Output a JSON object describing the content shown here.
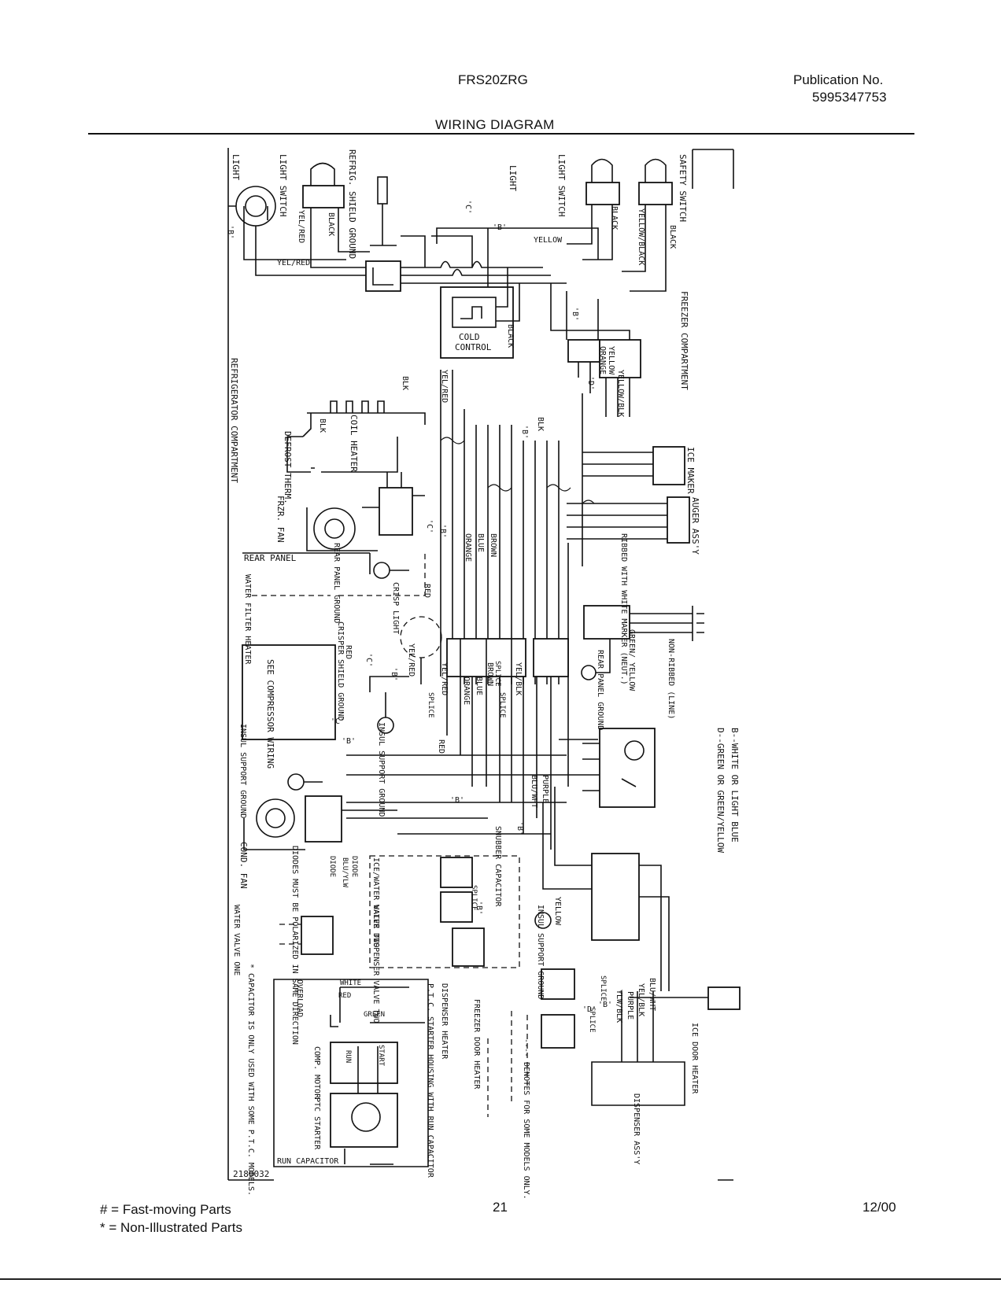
{
  "header": {
    "model": "FRS20ZRG",
    "publication_label": "Publication No.",
    "publication_number": "5995347753",
    "title": "WIRING DIAGRAM"
  },
  "footer": {
    "legend_fast": "# = Fast-moving Parts",
    "legend_nonillustrated": "* = Non-Illustrated Parts",
    "page_number": "21",
    "date": "12/00"
  },
  "diagram": {
    "drawing_number": "2189032",
    "labels": {
      "light_left": "LIGHT",
      "light_switch_left": "LIGHT SWITCH",
      "refrig_shield_ground": "REFRIG. SHIELD GROUND",
      "light_center": "LIGHT",
      "light_switch_right": "LIGHT SWITCH",
      "safety_switch": "SAFETY SWITCH",
      "cold_control": "COLD CONTROL",
      "freezer_compartment": "FREEZER COMPARTMENT",
      "refrigerator_compartment": "REFRIGERATOR COMPARTMENT",
      "coil_heater": "COIL HEATER",
      "defrost_therm": "DEFROST THERM.",
      "frzr_fan": "FRZR. FAN",
      "ice_maker": "ICE MAKER",
      "auger_assy": "AUGER ASS'Y",
      "rear_panel": "REAR PANEL",
      "rear_panel_ground_left": "REAR PANEL GROUND",
      "water_filter_heater": "WATER FILTER HEATER",
      "crisp_light": "CRISP LIGHT",
      "crisper_shield_ground": "CRISPER SHIELD GROUND",
      "see_compressor_wiring": "SEE COMPRESSOR WIRING",
      "insul_support_ground_left": "INSUL SUPPORT GROUND",
      "insul_support_ground_mid": "INSUL SUPPORT GROUND",
      "insul_support_ground_right": "INSUL SUPPORT GROUND",
      "ribbed_with_marker": "RIBBED WITH WHITE MARKER (NEUT.)",
      "non_ribbed_line": "NON-RIBBED (LINE)",
      "green_yellow": "GREEN/ YELLOW",
      "rear_panel_ground_right": "REAR PANEL GROUND",
      "cond_fan": "COND. FAN",
      "diodes_note": "DIODES MUST BE POLARIZED IN SAME DIRECTION",
      "diode_1": "DIODE",
      "diode_2": "DIODE",
      "water_valve_one": "WATER VALVE ONE",
      "ice_water_valve_two": "ICE/WATER VALVE TWO",
      "water_dispenser_valve_two": "WATER DISPENSER VALVE TWO",
      "snubber_capacitor": "SNUBBER CAPACITOR",
      "ptc_starter_housing": "P.T.C. STARTER HOUSING WITH RUN CAPACITOR",
      "dispenser_heater": "DISPENSER HEATER",
      "freezer_door_heater": "FREEZER DOOR HEATER",
      "denotes_some_models": "---- DENOTES FOR SOME MODELS ONLY.",
      "ice_door_heater": "ICE DOOR HEATER",
      "dispenser_assy": "DISPENSER ASS'Y",
      "b_legend": "B--WHITE OR LIGHT BLUE",
      "d_legend": "D--GREEN OR GREEN/YELLOW",
      "capacitor_note": "* CAPACITOR IS ONLY USED WITH SOME P.T.C. MODELS.",
      "overload": "OVERLOAD",
      "comp_motor": "COMP. MOTOR",
      "ptc_starter": "PTC STARTER",
      "run_capacitor": "RUN CAPACITOR",
      "start": "START",
      "run": "RUN",
      "red_small": "RED",
      "white_small": "WHITE",
      "green_small": "GREEN",
      "splice_1": "SPLICE",
      "splice_2": "SPLICE",
      "splice_3": "SPLICE",
      "splice_4": "SPLICE",
      "splice_5": "SPLICE",
      "splice_6": "SPLICE"
    },
    "wire_labels": {
      "yel_red_1": "YEL/RED",
      "yel_red_2": "YEL/RED",
      "yel_red_3": "YEL/RED",
      "yel_red_4": "YEL/RED",
      "yel_red_5": "YEL/RED",
      "black_1": "BLACK",
      "black_2": "BLACK",
      "black_3": "BLACK",
      "black_4": "BLACK",
      "yellow_1": "YELLOW",
      "yellow_2": "YELLOW",
      "yellow_black": "YELLOW/BLACK",
      "yellow_blk_2": "YELLOW/BLK",
      "orange_1": "ORANGE",
      "orange_2": "ORANGE",
      "orange_3": "ORANGE",
      "blk_1": "BLK",
      "blk_2": "BLK",
      "blk_3": "BLK",
      "blue_1": "BLUE",
      "blue_2": "BLUE",
      "brown_1": "BROWN",
      "brown_2": "BROWN",
      "red_1": "RED",
      "red_2": "RED",
      "red_3": "RED",
      "yel_blk_1": "YEL/BLK",
      "yel_blk_2": "YEL/BLK",
      "blu_wht_1": "BLU/WHT",
      "blu_wht_2": "BLU/WHT",
      "blu_ylw": "BLU/YLW",
      "purple_1": "PURPLE",
      "purple_2": "PURPLE",
      "ylw_blk": "YLW/BLK",
      "yellow_3": "YELLOW"
    },
    "markers": {
      "b": "'B'",
      "c": "'C'",
      "d": "'D'"
    }
  }
}
